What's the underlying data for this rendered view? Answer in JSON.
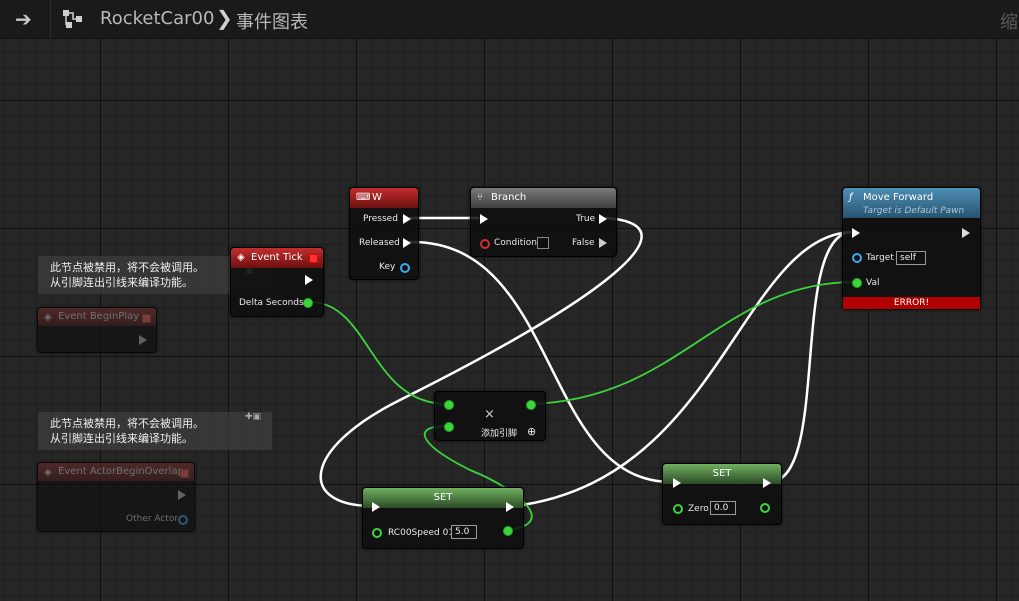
{
  "toolbar": {
    "back_icon": "arrow-right-icon",
    "graph_icon": "graph-hierarchy-icon",
    "title": "RocketCar00",
    "separator": "❯",
    "subtitle": "事件图表",
    "zoom_label": "缩"
  },
  "comments": {
    "disabled_1": [
      "此节点被禁用，将不会被调用。",
      "从引脚连出引线来编译功能。"
    ],
    "disabled_2": [
      "此节点被禁用，将不会被调用。",
      "从引脚连出引线来编译功能。"
    ]
  },
  "nodes": {
    "event_begin_play": {
      "title": "Event BeginPlay"
    },
    "event_actor_begin_overlap": {
      "title": "Event ActorBeginOverlap",
      "pin_other_actor": "Other Actor"
    },
    "event_tick": {
      "title": "Event Tick",
      "pin_delta": "Delta Seconds"
    },
    "key_w": {
      "title": "W",
      "pin_pressed": "Pressed",
      "pin_released": "Released",
      "pin_key": "Key"
    },
    "branch": {
      "title": "Branch",
      "pin_condition": "Condition",
      "pin_true": "True",
      "pin_false": "False"
    },
    "move_forward": {
      "title": "Move Forward",
      "subtitle": "Target is Default Pawn",
      "pin_target": "Target",
      "target_value": "self",
      "pin_val": "Val",
      "error": "ERROR!"
    },
    "multiply": {
      "symbol": "×",
      "add_pin": "添加引脚",
      "add_icon": "⊕"
    },
    "set_speed": {
      "title": "SET",
      "pin_label": "RC00Speed 01",
      "value": "5.0"
    },
    "set_zero": {
      "title": "SET",
      "pin_label": "Zero",
      "value": "0.0"
    }
  },
  "colors": {
    "exec_wire": "#ffffff",
    "float_wire": "#3cd43c",
    "object_pin": "#3aa8ee",
    "error": "#b00000"
  }
}
